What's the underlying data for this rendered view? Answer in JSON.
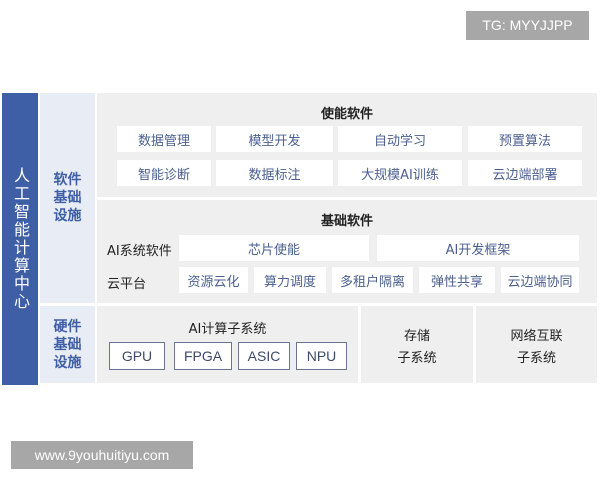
{
  "watermarks": {
    "top_right": "TG: MYYJJPP",
    "bottom_left": "www.9youhuitiyu.com"
  },
  "diagram": {
    "main_title": "人工智能计算中心",
    "categories": {
      "software": "软件基础设施",
      "hardware": "硬件基础设施"
    },
    "enablement_software": {
      "title": "使能软件",
      "items": [
        "数据管理",
        "模型开发",
        "自动学习",
        "预置算法",
        "智能诊断",
        "数据标注",
        "大规模AI训练",
        "云边端部署"
      ]
    },
    "base_software": {
      "title": "基础软件",
      "rows": [
        {
          "label": "AI系统软件",
          "items": [
            "芯片使能",
            "AI开发框架"
          ]
        },
        {
          "label": "云平台",
          "items": [
            "资源云化",
            "算力调度",
            "多租户隔离",
            "弹性共享",
            "云边端协同"
          ]
        }
      ]
    },
    "hardware": {
      "ai_compute": {
        "title": "AI计算子系统",
        "items": [
          "GPU",
          "FPGA",
          "ASIC",
          "NPU"
        ]
      },
      "storage": {
        "line1": "存储",
        "line2": "子系统"
      },
      "network": {
        "line1": "网络互联",
        "line2": "子系统"
      }
    }
  },
  "colors": {
    "primary_blue": "#3e5fa5",
    "category_bg": "#e8ecf4",
    "panel_bg": "#efefef",
    "box_text": "#4a5f8f",
    "watermark_bg": "#a7a7a7"
  }
}
